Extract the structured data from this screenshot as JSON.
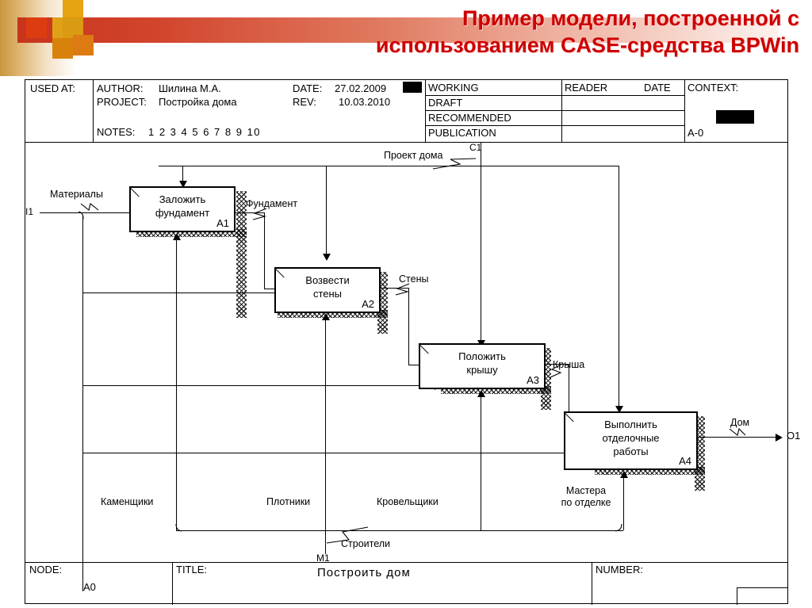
{
  "slide": {
    "title_line1": "Пример модели, построенной с",
    "title_line2": "использованием CASE-средства BPWin",
    "title_color": "#cc0000"
  },
  "header_table": {
    "used_at_label": "USED AT:",
    "author_label": "AUTHOR:",
    "author_value": "Шилина М.А.",
    "project_label": "PROJECT:",
    "project_value": "Постройка дома",
    "date_label": "DATE:",
    "date_value": "27.02.2009",
    "rev_label": "REV:",
    "rev_value": "10.03.2010",
    "notes_label": "NOTES:",
    "notes_numbers": "1  2  3  4  5  6  7  8  9  10",
    "status_rows": [
      "WORKING",
      "DRAFT",
      "RECOMMENDED",
      "PUBLICATION"
    ],
    "reader_label": "READER",
    "reader_date_label": "DATE",
    "context_label": "CONTEXT:",
    "context_value": "A-0"
  },
  "diagram": {
    "type": "IDEF0",
    "boxes": [
      {
        "id": "A1",
        "title_line1": "Заложить",
        "title_line2": "фундамент"
      },
      {
        "id": "A2",
        "title_line1": "Возвести",
        "title_line2": "стены"
      },
      {
        "id": "A3",
        "title_line1": "Положить",
        "title_line2": "крышу"
      },
      {
        "id": "A4",
        "title_line1": "Выполнить",
        "title_line2": "отделочные",
        "title_line3": "работы"
      }
    ],
    "inputs": [
      {
        "code": "I1",
        "label": "Материалы"
      }
    ],
    "controls": [
      {
        "code": "C1",
        "label": "Проект дома"
      }
    ],
    "outputs": [
      {
        "code": "O1",
        "label": "Дом"
      }
    ],
    "mechanisms": [
      {
        "code": "M1",
        "label": "Строители"
      }
    ],
    "mechanism_branches": [
      "Каменщики",
      "Плотники",
      "Кровельщики",
      "Мастера\nпо отделке"
    ],
    "mechanism_branch_1": "Каменщики",
    "mechanism_branch_2": "Плотники",
    "mechanism_branch_3": "Кровельщики",
    "mechanism_branch_4_line1": "Мастера",
    "mechanism_branch_4_line2": "по отделке",
    "intermediate_arrows": [
      {
        "label": "Фундамент",
        "from": "A1",
        "to": "A2"
      },
      {
        "label": "Стены",
        "from": "A2",
        "to": "A3"
      },
      {
        "label": "Крыша",
        "from": "A3",
        "to": "A4"
      }
    ],
    "arrow_fundament": "Фундамент",
    "arrow_steny": "Стены",
    "arrow_krysha": "Крыша"
  },
  "footer_table": {
    "node_label": "NODE:",
    "node_value": "A0",
    "title_label": "TITLE:",
    "title_value": "Построить дом",
    "number_label": "NUMBER:"
  }
}
